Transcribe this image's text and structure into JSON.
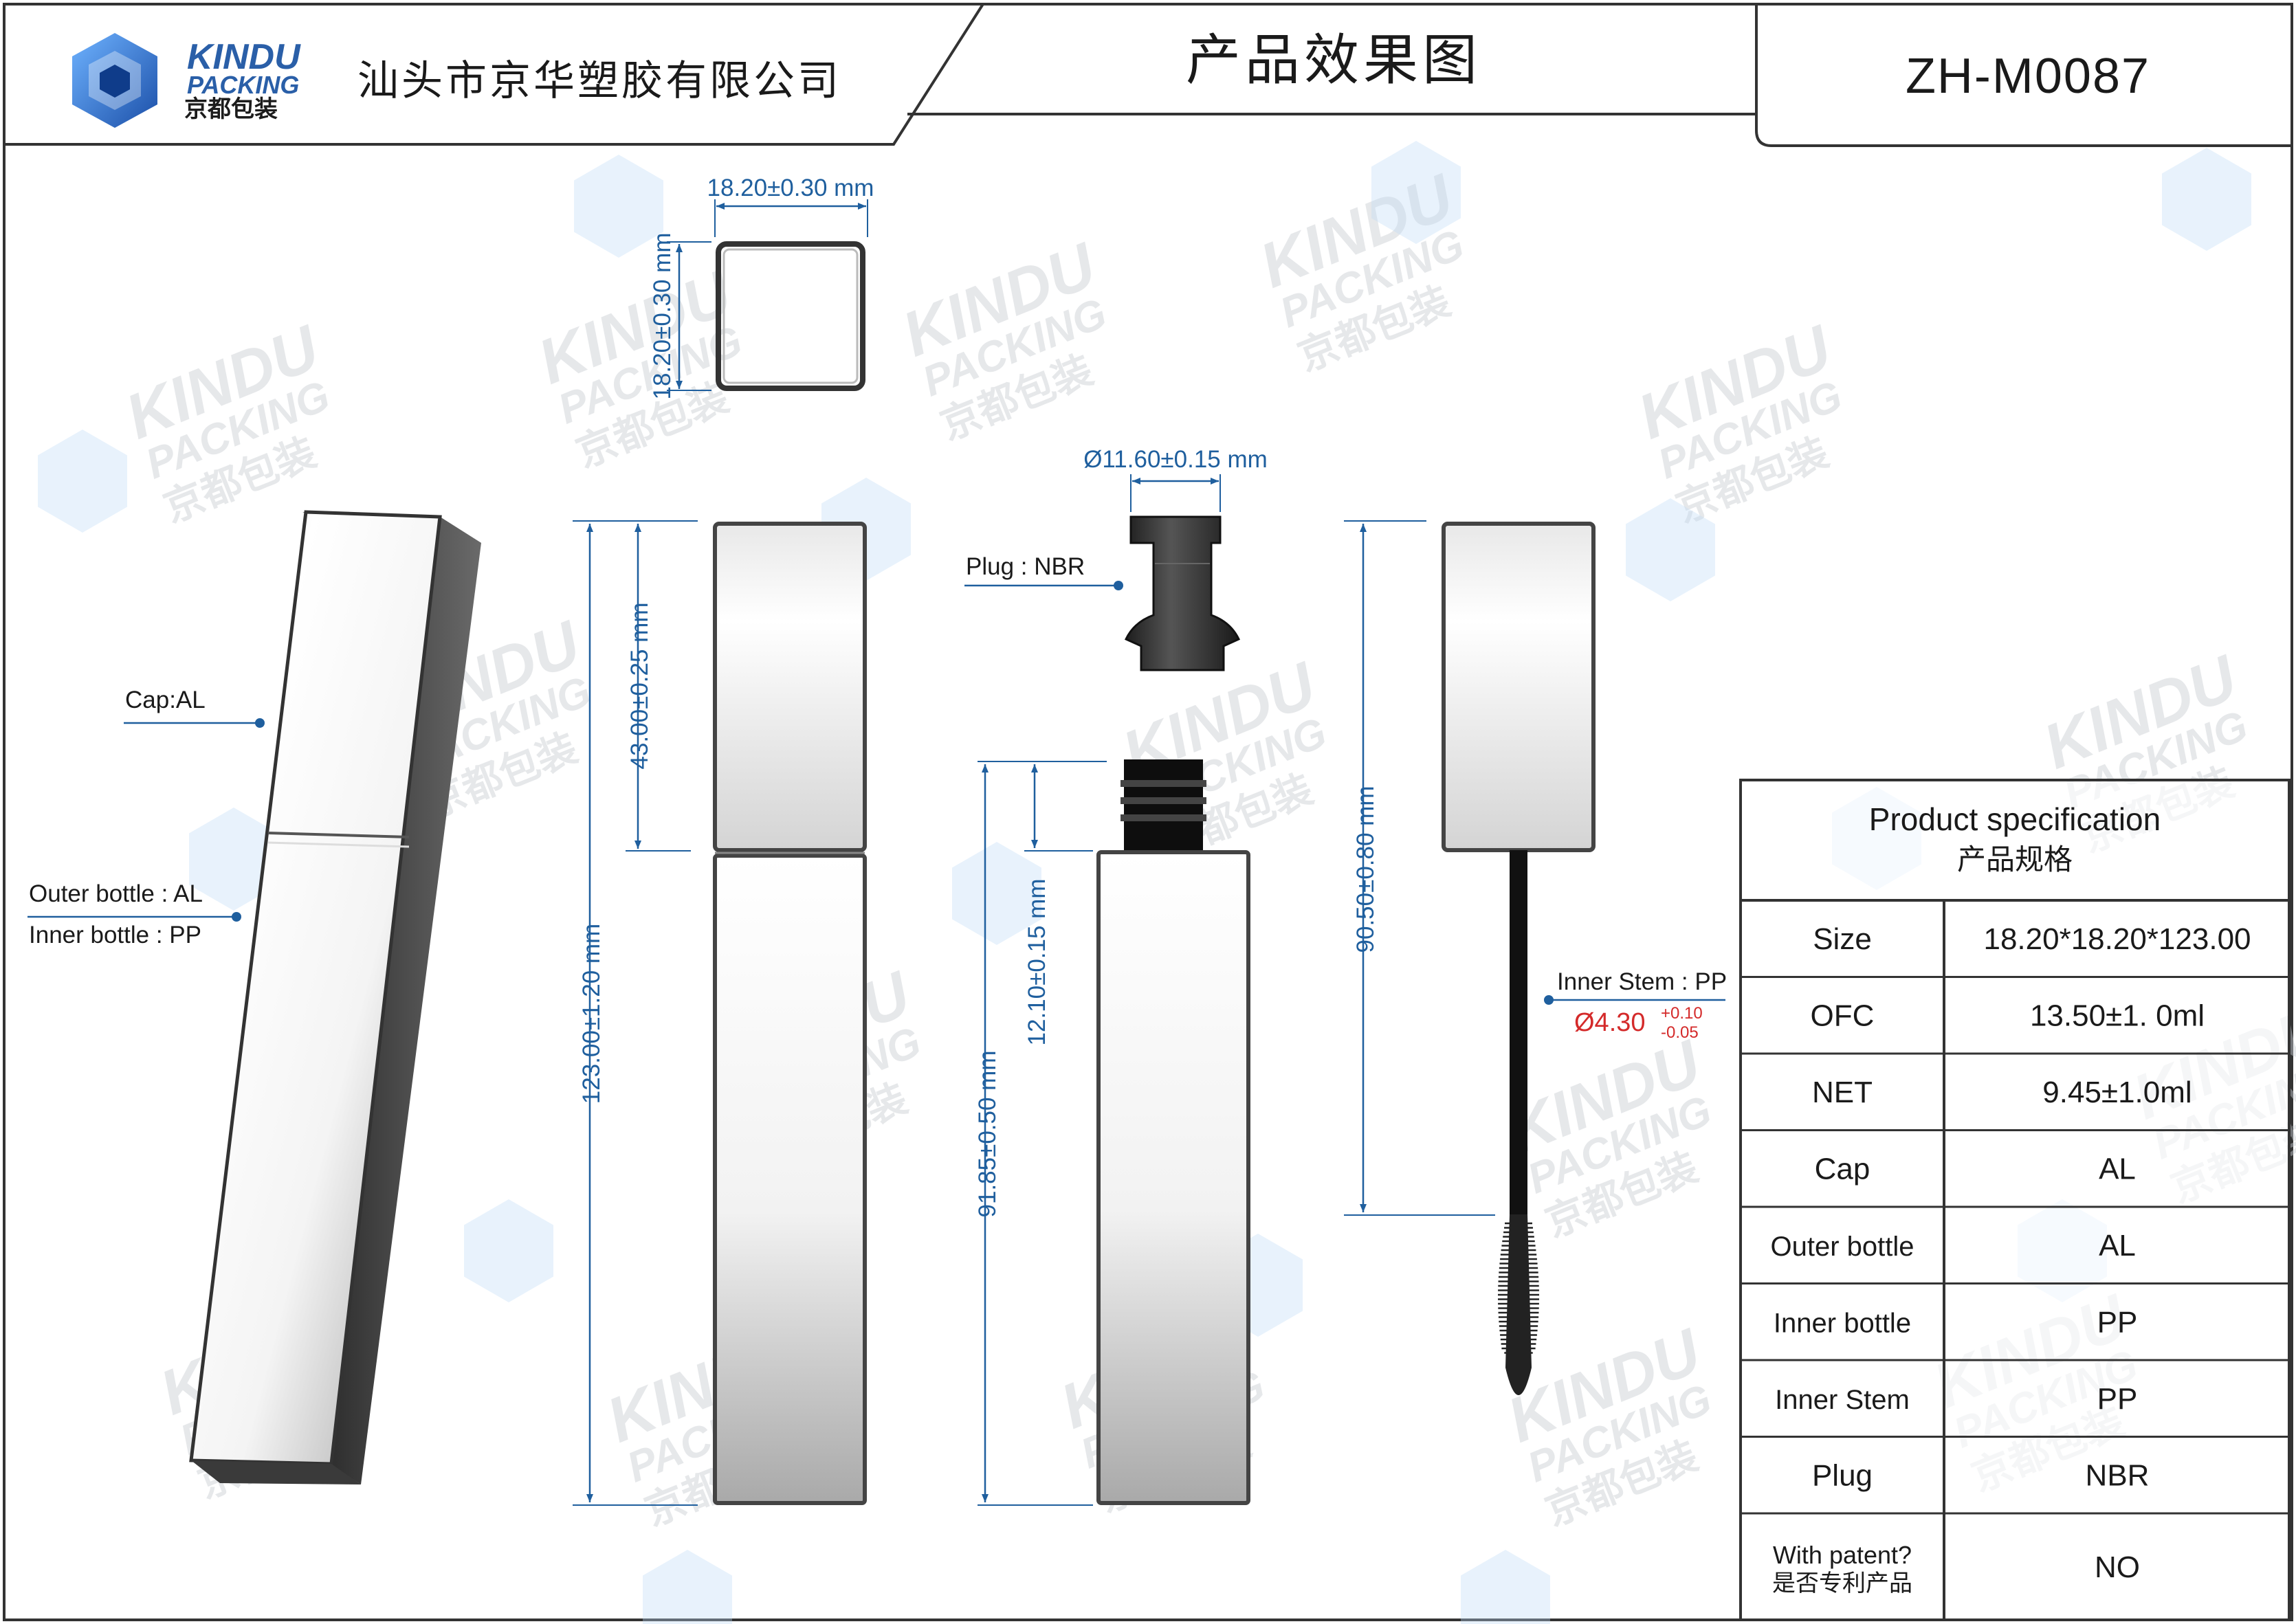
{
  "header": {
    "logo_text": "KINDU",
    "logo_sub": "PACKING",
    "logo_cn": "京都包装",
    "company": "汕头市京华塑胶有限公司",
    "title": "产品效果图",
    "code": "ZH-M0087"
  },
  "watermark": {
    "line1": "KINDU",
    "line2": "PACKING",
    "line3": "京都包装"
  },
  "dimensions": {
    "top_width": "18.20±0.30 mm",
    "top_depth": "18.20±0.30 mm",
    "total_height": "123.00±1.20 mm",
    "cap_height": "43.00±0.25 mm",
    "plug_diameter": "Ø11.60±0.15 mm",
    "bottle_height": "91.85±0.50 mm",
    "neck_height": "12.10±0.15 mm",
    "stem_length": "90.50±0.80 mm",
    "stem_diameter": "Ø4.30",
    "stem_tol_plus": "+0.10",
    "stem_tol_minus": "-0.05"
  },
  "labels": {
    "cap": "Cap:AL",
    "outer_bottle": "Outer bottle : AL",
    "inner_bottle": "Inner bottle : PP",
    "plug": "Plug : NBR",
    "inner_stem": "Inner Stem : PP"
  },
  "spec": {
    "title_en": "Product specification",
    "title_cn": "产品规格",
    "rows": [
      {
        "key": "Size",
        "value": "18.20*18.20*123.00"
      },
      {
        "key": "OFC",
        "value": "13.50±1. 0ml"
      },
      {
        "key": "NET",
        "value": "9.45±1.0ml"
      },
      {
        "key": "Cap",
        "value": "AL"
      },
      {
        "key": "Outer bottle",
        "value": "AL"
      },
      {
        "key": "Inner bottle",
        "value": "PP"
      },
      {
        "key": "Inner Stem",
        "value": "PP"
      },
      {
        "key": "Plug",
        "value": "NBR"
      }
    ],
    "patent_key_en": "With patent?",
    "patent_key_cn": "是否专利产品",
    "patent_value": "NO"
  },
  "colors": {
    "dimension_blue": "#1f5f9e",
    "tolerance_red": "#d42a2a",
    "logo_blue": "#2a6fc4",
    "metal_dark": "#4a4a4a"
  }
}
